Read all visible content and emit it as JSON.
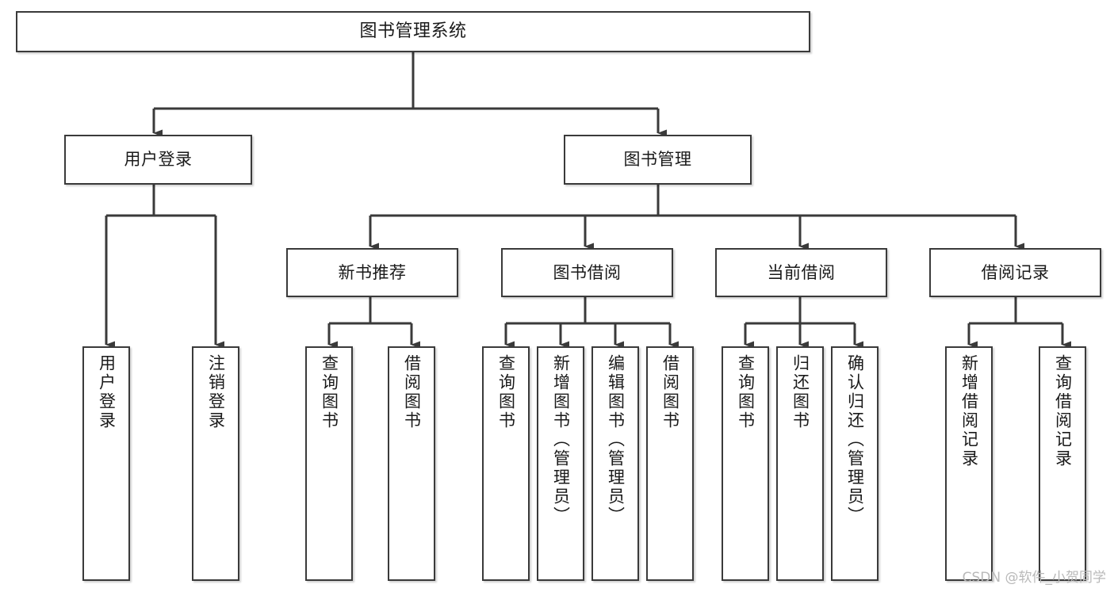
{
  "diagram": {
    "type": "hierarchy-tree",
    "title": "图书管理系统",
    "root": {
      "id": "root",
      "label": "图书管理系统"
    },
    "level2": [
      {
        "id": "user-login",
        "label": "用户登录"
      },
      {
        "id": "book-manage",
        "label": "图书管理"
      }
    ],
    "level3": [
      {
        "id": "new-book-recommend",
        "label": "新书推荐",
        "parent": "book-manage"
      },
      {
        "id": "book-borrow",
        "label": "图书借阅",
        "parent": "book-manage"
      },
      {
        "id": "current-borrow",
        "label": "当前借阅",
        "parent": "book-manage"
      },
      {
        "id": "borrow-record",
        "label": "借阅记录",
        "parent": "book-manage"
      }
    ],
    "leaves": {
      "user_login": [
        {
          "id": "leaf-user-login",
          "label": "用户登录"
        },
        {
          "id": "leaf-user-logout",
          "label": "注销登录"
        }
      ],
      "new_book_recommend": [
        {
          "id": "leaf-query-book-1",
          "label": "查询图书"
        },
        {
          "id": "leaf-borrow-book-1",
          "label": "借阅图书"
        }
      ],
      "book_borrow": [
        {
          "id": "leaf-query-book-2",
          "label": "查询图书"
        },
        {
          "id": "leaf-add-book",
          "label": "新增图书（管理员）"
        },
        {
          "id": "leaf-edit-book",
          "label": "编辑图书（管理员）"
        },
        {
          "id": "leaf-borrow-book-2",
          "label": "借阅图书"
        }
      ],
      "current_borrow": [
        {
          "id": "leaf-query-book-3",
          "label": "查询图书"
        },
        {
          "id": "leaf-return-book",
          "label": "归还图书"
        },
        {
          "id": "leaf-confirm-return",
          "label": "确认归还（管理员）"
        }
      ],
      "borrow_record": [
        {
          "id": "leaf-add-record",
          "label": "新增借阅记录"
        },
        {
          "id": "leaf-query-record",
          "label": "查询借阅记录"
        }
      ]
    }
  },
  "watermark": {
    "text": "CSDN @软件_小贺同学"
  },
  "colors": {
    "box_border": "#3a3a3a",
    "box_fill": "#ffffff",
    "connector": "#3a3a3a",
    "text": "#1a1a1a",
    "watermark": "#b9b9b9",
    "background": "#ffffff"
  }
}
